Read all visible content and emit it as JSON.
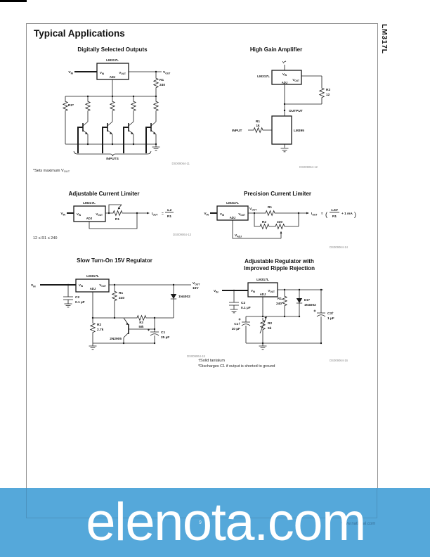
{
  "page": {
    "main_title": "Typical Applications",
    "side_tab": "LM317L",
    "footer_page_number": "9",
    "footer_url": "www.national.com"
  },
  "watermark": {
    "text": "elenota.com",
    "banner_color": "#55a8da"
  },
  "common": {
    "ic": "LM317L",
    "v": "V",
    "i": "I",
    "plus": "+",
    "sub_in": "IN",
    "sub_out": "OUT",
    "sub_adj": "ADJ",
    "adj": "ADJ"
  },
  "c1": {
    "title": "Digitally Selected Outputs",
    "r1": "R1",
    "r1_val": "240",
    "r2": "R2*",
    "inputs": "INPUTS",
    "ds": "DS009064-11",
    "note_text": "*Sets maximum V",
    "note_sub": "OUT"
  },
  "c2": {
    "title": "High Gain Amplifier",
    "r1": "R1",
    "r1_val": "1k",
    "r2": "R2",
    "r2_val": "12",
    "q1": "LM395",
    "output": "OUTPUT",
    "input": "INPUT",
    "ds": "DS009064-12"
  },
  "c3": {
    "title": "Adjustable Current Limiter",
    "r1": "R1",
    "eq": "=",
    "num": "1.2",
    "den": "R1",
    "range_note": "12 ≤ R1 ≤ 240",
    "ds": "DS009064-13"
  },
  "c4": {
    "title": "Precision Current Limiter",
    "r1": "R1",
    "r2": "R2",
    "r2_val": "330",
    "approx": "≈",
    "paren_open": "(",
    "num": "1.5V",
    "den": "R1",
    "tail": "+ 1 mA",
    "paren_close": ")",
    "ds": "DS009064-14"
  },
  "c5": {
    "title": "Slow Turn-On 15V Regulator",
    "c2": "C2",
    "c2_val": "0.1 µF",
    "r1": "R1",
    "r1_val": "240",
    "r2": "R2",
    "r2_val": "2.7k",
    "r3": "R3",
    "r3_val": "50k",
    "q1": "2N2905",
    "c1": "C1",
    "c1_val": "25 µF",
    "d1": "1N4002",
    "vout_val": "15V",
    "ds": "DS009064-15"
  },
  "c6": {
    "title_line1": "Adjustable Regulator with",
    "title_line2": "Improved Ripple Rejection",
    "c2": "C2",
    "c2_val": "0.1 µF",
    "r1": "R1",
    "r1_val": "240",
    "d1": "D1*",
    "d1_val": "1N4002",
    "r2": "R2",
    "r2_val": "5k",
    "c1": "C1†",
    "c1_val": "10 µF",
    "c3": "C3†",
    "c3_val": "1 µF",
    "note1": "†Solid tantalum",
    "note2": "*Discharges C1 if output is shorted to ground",
    "ds": "DS009064-16"
  }
}
